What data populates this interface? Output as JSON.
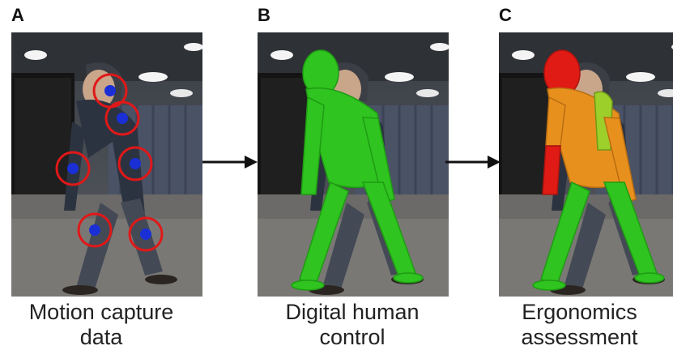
{
  "panels": [
    {
      "letter": "A",
      "caption_line1": "Motion capture",
      "caption_line2": "data"
    },
    {
      "letter": "B",
      "caption_line1": "Digital human",
      "caption_line2": "control"
    },
    {
      "letter": "C",
      "caption_line1": "Ergonomics",
      "caption_line2": "assessment"
    }
  ],
  "colors": {
    "marker_ring": "#e01818",
    "marker_dot": "#1a2fd6",
    "model_green": "#2fc41f",
    "risk_orange": "#e8901e",
    "risk_yellow_green": "#9ccf2a",
    "risk_red": "#e01a14",
    "arrow": "#111111"
  }
}
